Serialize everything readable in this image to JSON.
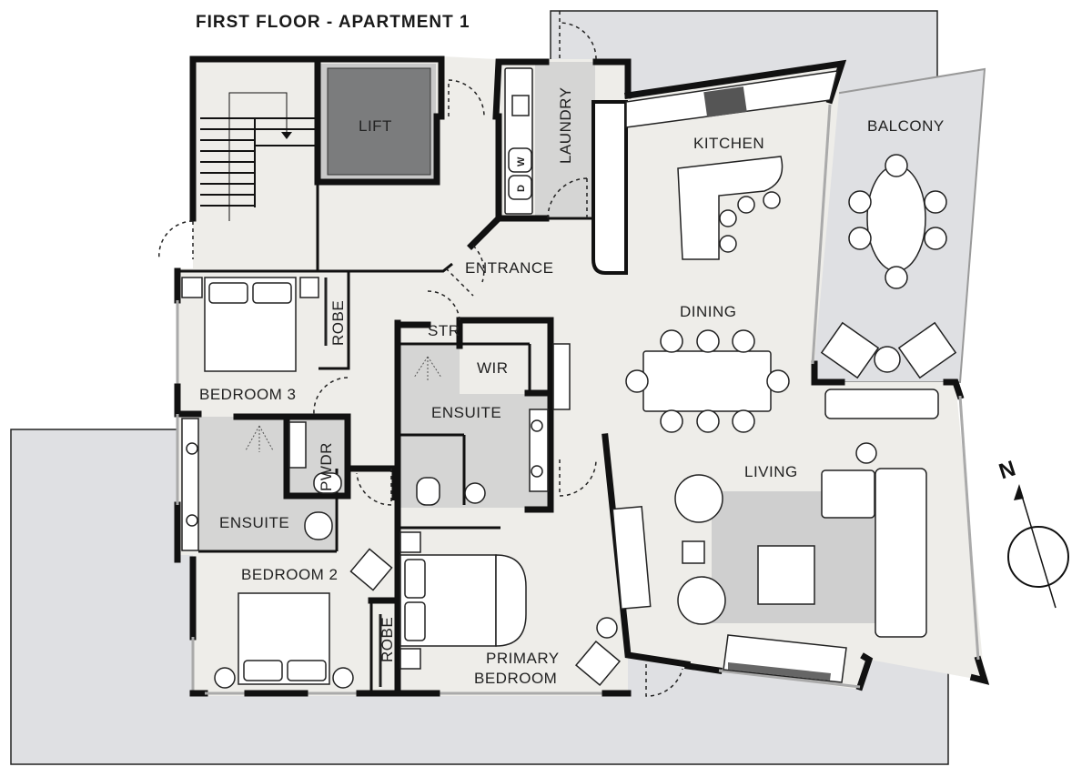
{
  "title": "FIRST FLOOR - APARTMENT 1",
  "rooms": {
    "lift": "LIFT",
    "laundry": "LAUNDRY",
    "kitchen": "KITCHEN",
    "balcony": "BALCONY",
    "entrance": "ENTRANCE",
    "dining": "DINING",
    "robe_bed3": "ROBE",
    "storage": "STR",
    "wir": "WIR",
    "bedroom3": "BEDROOM 3",
    "ensuite_primary": "ENSUITE",
    "powder": "PWDR",
    "living": "LIVING",
    "ensuite_bed2": "ENSUITE",
    "bedroom2": "BEDROOM 2",
    "robe_bed2": "ROBE",
    "primary_bedroom_line1": "PRIMARY",
    "primary_bedroom_line2": "BEDROOM"
  },
  "appliances": {
    "washer": "W",
    "dryer": "D"
  },
  "compass": {
    "label": "N",
    "icon": "north-arrow-icon"
  },
  "colors": {
    "floor": "#eeede9",
    "outdoor": "#dfe0e3",
    "wet": "#d5d5d4",
    "lift": "#7b7c7d",
    "wall": "#111111"
  }
}
